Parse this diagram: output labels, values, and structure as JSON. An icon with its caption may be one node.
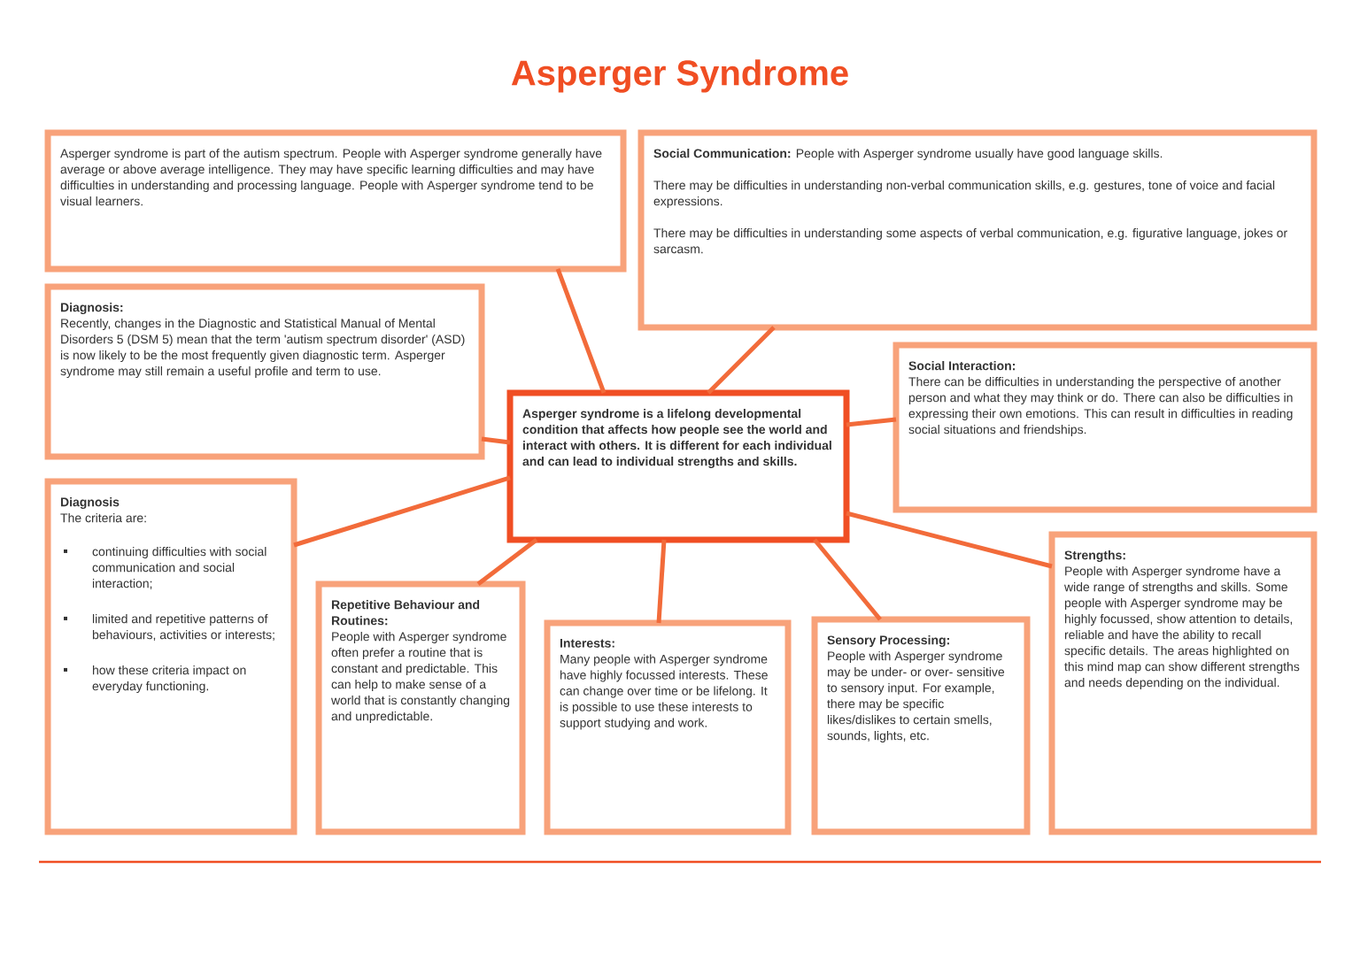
{
  "diagram": {
    "title": "Asperger Syndrome",
    "nodes": [
      {
        "text": [
          "Asperger syndrome is part of the autism spectrum.  People with Asperger syndrome generally have average or above average intelligence. They may have specific learning difficulties and may have difficulties in understanding and processing language.  People with Asperger syndrome tend to be visual learners."
        ]
      },
      {
        "text": [
          "**Social Communication:** People with Asperger syndrome usually have good language skills.",
          "There may be difficulties in understanding non-verbal communication skills, e.g. gestures, tone of voice and facial expressions.",
          "There may be difficulties in understanding some aspects of verbal communication, e.g. figurative language, jokes or sarcasm."
        ]
      },
      {
        "text": [
          "Diagnosis:",
          "Recently, changes in the Diagnostic and Statistical Manual of Mental Disorders 5 (DSM 5) mean that the term 'autism spectrum disorder' (ASD) is now likely to be the most frequently given diagnostic term. Asperger syndrome may still remain a useful profile and term to use."
        ]
      },
      {
        "text": [
          "Asperger syndrome is a lifelong developmental condition that affects how people see the world and interact with others. It is different for each individual and can lead to individual strengths and skills."
        ]
      },
      {
        "text": [
          "Social Interaction:",
          "There can be difficulties in understanding the perspective of another person and what they may think or do. There can also be difficulties in expressing their own emotions. This can result in difficulties in reading social situations and friendships."
        ]
      },
      {
        "text": [
          "Diagnosis",
          "The criteria are:",
          "continuing difficulties with social communication and social interaction;",
          "limited and repetitive patterns of behaviours, activities or interests;",
          "how these criteria impact on everyday functioning."
        ]
      },
      {
        "text": [
          "Repetitive Behaviour and Routines:",
          "People with Asperger syndrome often prefer a routine that is constant and predictable. This can help to make sense of a world that is constantly changing and unpredictable."
        ]
      },
      {
        "text": [
          "Interests:",
          "Many people with Asperger syndrome have highly focussed interests. These can change over time or be lifelong. It is possible to use these interests to support studying and work."
        ]
      },
      {
        "text": [
          "Sensory Processing:",
          "People with Asperger syndrome may be under- or over- sensitive to sensory input. For example, there may be specific likes/dislikes to certain smells, sounds, lights, etc."
        ]
      },
      {
        "text": [
          "Strengths:",
          "People with Asperger syndrome have a wide range of strengths and skills. Some people with Asperger syndrome may be highly focussed, show attention to details, reliable and have the ability to recall specific details. The areas highlighted on this mind map can show different strengths and needs depending on the individual."
        ]
      }
    ],
    "edges": [
      {
        "from": 3,
        "to": 0,
        "arrow": "none"
      },
      {
        "from": 3,
        "to": 1,
        "arrow": "none"
      },
      {
        "from": 3,
        "to": 2,
        "arrow": "none"
      },
      {
        "from": 3,
        "to": 4,
        "arrow": "none"
      },
      {
        "from": 3,
        "to": 5,
        "arrow": "none"
      },
      {
        "from": 3,
        "to": 6,
        "arrow": "none"
      },
      {
        "from": 3,
        "to": 7,
        "arrow": "none"
      },
      {
        "from": 3,
        "to": 8,
        "arrow": "none"
      },
      {
        "from": 3,
        "to": 9,
        "arrow": "none"
      }
    ]
  }
}
